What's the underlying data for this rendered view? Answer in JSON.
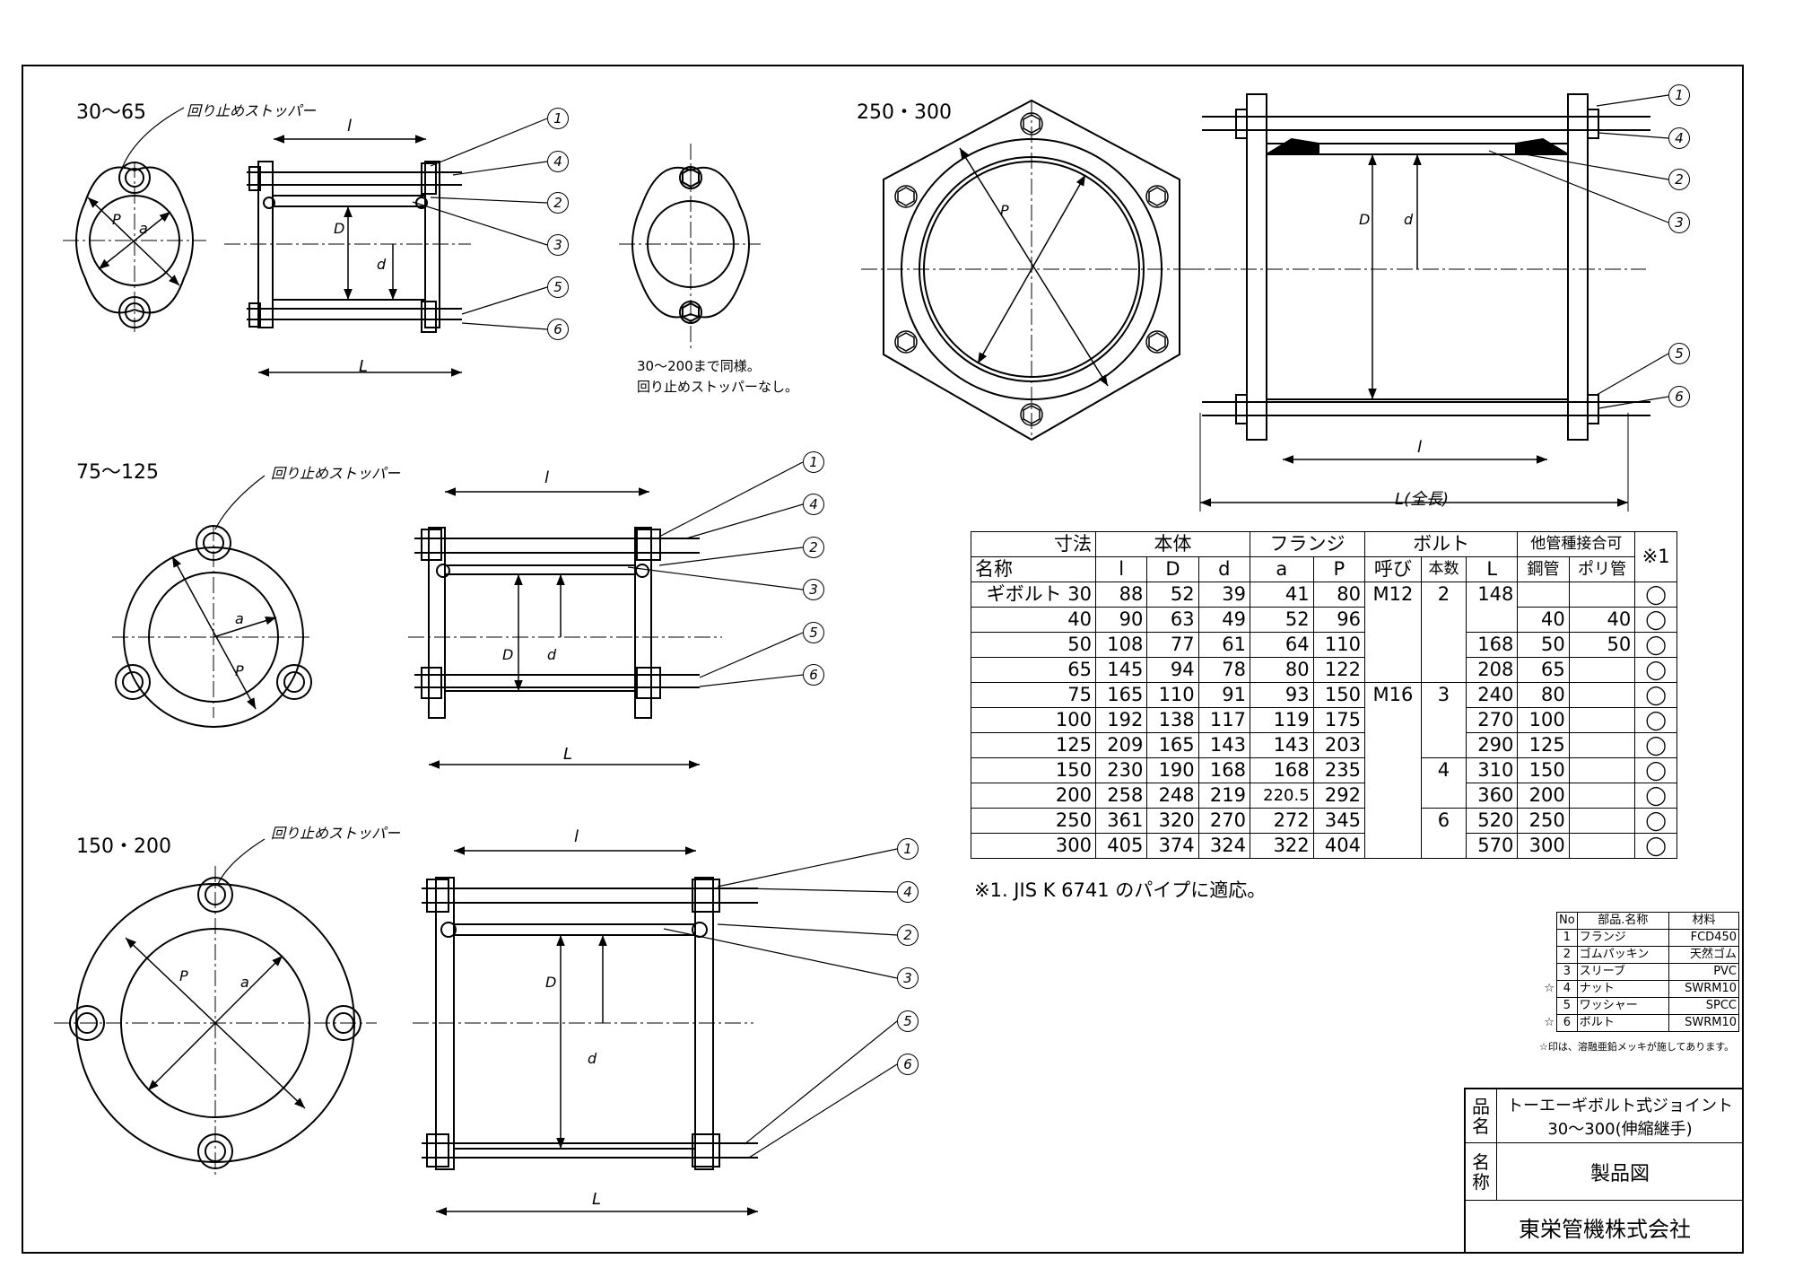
{
  "views": {
    "v30": {
      "title": "30～65",
      "stopper": "回り止めストッパー",
      "note1": "30～200まで同様。",
      "note2": "回り止めストッパーなし。"
    },
    "v75": {
      "title": "75～125",
      "stopper": "回り止めストッパー"
    },
    "v150": {
      "title": "150・200",
      "stopper": "回り止めストッパー"
    },
    "v250": {
      "title": "250・300",
      "L_label": "L(全長)"
    }
  },
  "dim_labels": {
    "l": "l",
    "L": "L",
    "D": "D",
    "d": "d",
    "a": "a",
    "P": "P"
  },
  "balloons": [
    "1",
    "2",
    "3",
    "4",
    "5",
    "6"
  ],
  "table": {
    "header": {
      "size": "寸法",
      "name": "名称",
      "body": "本体",
      "flange": "フランジ",
      "bolt": "ボルト",
      "other": "他管種接合可",
      "note": "※1",
      "l": "l",
      "D": "D",
      "d": "d",
      "a": "a",
      "P": "P",
      "call": "呼び",
      "count": "本数",
      "L": "L",
      "steel": "鋼管",
      "poly": "ポリ管"
    },
    "product": "ギボルト",
    "rows": [
      {
        "size": "30",
        "l": "88",
        "D": "52",
        "d": "39",
        "a": "41",
        "P": "80",
        "call": "M12",
        "count": "2",
        "L": "148",
        "steel": "",
        "poly": "",
        "mark": "◯"
      },
      {
        "size": "40",
        "l": "90",
        "D": "63",
        "d": "49",
        "a": "52",
        "P": "96",
        "call": "",
        "count": "",
        "L": "",
        "steel": "40",
        "poly": "40",
        "mark": "◯"
      },
      {
        "size": "50",
        "l": "108",
        "D": "77",
        "d": "61",
        "a": "64",
        "P": "110",
        "call": "",
        "count": "",
        "L": "168",
        "steel": "50",
        "poly": "50",
        "mark": "◯"
      },
      {
        "size": "65",
        "l": "145",
        "D": "94",
        "d": "78",
        "a": "80",
        "P": "122",
        "call": "",
        "count": "",
        "L": "208",
        "steel": "65",
        "poly": "",
        "mark": "◯"
      },
      {
        "size": "75",
        "l": "165",
        "D": "110",
        "d": "91",
        "a": "93",
        "P": "150",
        "call": "M16",
        "count": "3",
        "L": "240",
        "steel": "80",
        "poly": "",
        "mark": "◯"
      },
      {
        "size": "100",
        "l": "192",
        "D": "138",
        "d": "117",
        "a": "119",
        "P": "175",
        "call": "",
        "count": "",
        "L": "270",
        "steel": "100",
        "poly": "",
        "mark": "◯"
      },
      {
        "size": "125",
        "l": "209",
        "D": "165",
        "d": "143",
        "a": "143",
        "P": "203",
        "call": "",
        "count": "",
        "L": "290",
        "steel": "125",
        "poly": "",
        "mark": "◯"
      },
      {
        "size": "150",
        "l": "230",
        "D": "190",
        "d": "168",
        "a": "168",
        "P": "235",
        "call": "",
        "count": "4",
        "L": "310",
        "steel": "150",
        "poly": "",
        "mark": "◯"
      },
      {
        "size": "200",
        "l": "258",
        "D": "248",
        "d": "219",
        "a": "220.5",
        "P": "292",
        "call": "",
        "count": "",
        "L": "360",
        "steel": "200",
        "poly": "",
        "mark": "◯"
      },
      {
        "size": "250",
        "l": "361",
        "D": "320",
        "d": "270",
        "a": "272",
        "P": "345",
        "call": "",
        "count": "6",
        "L": "520",
        "steel": "250",
        "poly": "",
        "mark": "◯"
      },
      {
        "size": "300",
        "l": "405",
        "D": "374",
        "d": "324",
        "a": "322",
        "P": "404",
        "call": "",
        "count": "",
        "L": "570",
        "steel": "300",
        "poly": "",
        "mark": "◯"
      }
    ],
    "footnote": "※1. JIS K 6741 のパイプに適応。"
  },
  "materials": {
    "header": {
      "no": "No",
      "part": "部品.名称",
      "material": "材料"
    },
    "rows": [
      {
        "star": "",
        "no": "1",
        "part": "フランジ",
        "material": "FCD450"
      },
      {
        "star": "",
        "no": "2",
        "part": "ゴムパッキン",
        "material": "天然ゴム"
      },
      {
        "star": "",
        "no": "3",
        "part": "スリーブ",
        "material": "PVC"
      },
      {
        "star": "☆",
        "no": "4",
        "part": "ナット",
        "material": "SWRM10"
      },
      {
        "star": "",
        "no": "5",
        "part": "ワッシャー",
        "material": "SPCC"
      },
      {
        "star": "☆",
        "no": "6",
        "part": "ボルト",
        "material": "SWRM10"
      }
    ],
    "note": "☆印は、溶融亜鉛メッキが施してあります。"
  },
  "titleblock": {
    "name_key": "品名",
    "name_line1": "トーエーギボルト式ジョイント",
    "name_line2": "30～300(伸縮継手)",
    "title_key": "名称",
    "title_value": "製品図",
    "company": "東栄管機株式会社"
  }
}
